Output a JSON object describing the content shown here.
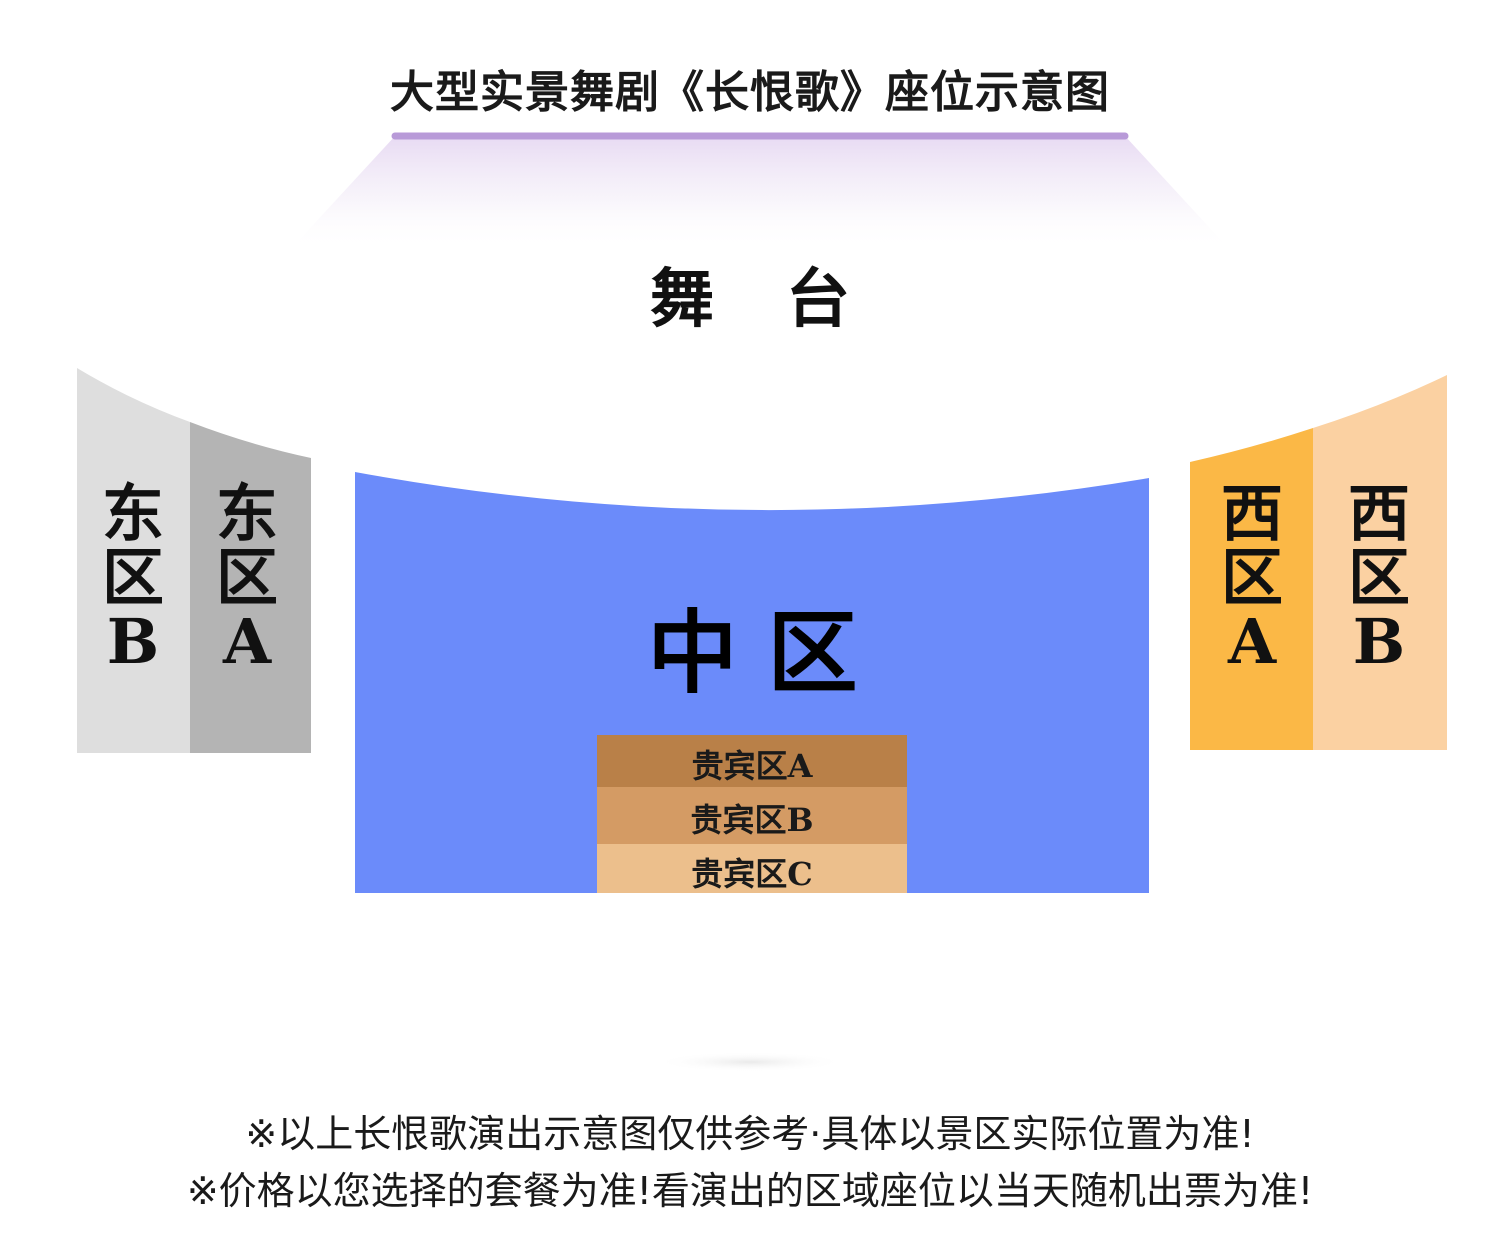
{
  "title": "大型实景舞剧《长恨歌》座位示意图",
  "stage": {
    "label": "舞台"
  },
  "zones": {
    "east_b": {
      "label_line1": "东",
      "label_line2": "区",
      "label_line3": "B",
      "color": "#dedede"
    },
    "east_a": {
      "label_line1": "东",
      "label_line2": "区",
      "label_line3": "A",
      "color": "#b4b4b4"
    },
    "center": {
      "label": "中区",
      "color": "#6b8bfa"
    },
    "west_a": {
      "label_line1": "西",
      "label_line2": "区",
      "label_line3": "A",
      "color": "#fbb846"
    },
    "west_b": {
      "label_line1": "西",
      "label_line2": "区",
      "label_line3": "B",
      "color": "#fbd1a2"
    }
  },
  "vip": [
    {
      "label": "贵宾区A",
      "color": "#b98048"
    },
    {
      "label": "贵宾区B",
      "color": "#d49b64"
    },
    {
      "label": "贵宾区C",
      "color": "#ecbf8c"
    }
  ],
  "notes": [
    "※以上长恨歌演出示意图仅供参考·具体以景区实际位置为准!",
    "※价格以您选择的套餐为准!看演出的区域座位以当天随机出票为准!"
  ],
  "colors": {
    "stage_accent": "#b89ad8"
  }
}
